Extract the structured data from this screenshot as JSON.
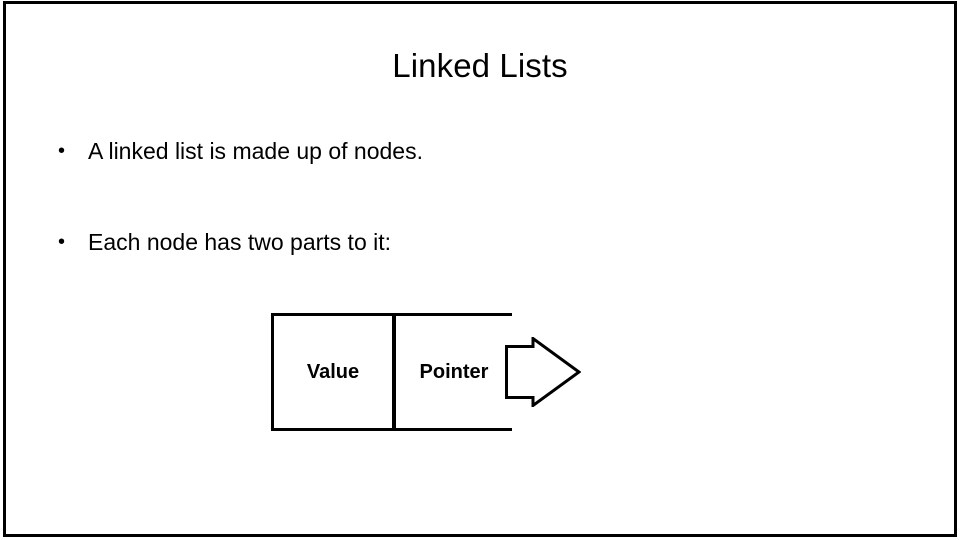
{
  "slide": {
    "title": "Linked Lists",
    "bullets": [
      {
        "marker": "•",
        "text": "A linked list is made up of nodes."
      },
      {
        "marker": "•",
        "text": "Each node has two parts to it:"
      }
    ],
    "diagram": {
      "name": "node-diagram",
      "cells": [
        {
          "label": "Value"
        },
        {
          "label": "Pointer"
        }
      ],
      "arrow": "right-arrow-icon"
    },
    "colors": {
      "background": "#ffffff",
      "text": "#000000",
      "border": "#000000"
    }
  }
}
